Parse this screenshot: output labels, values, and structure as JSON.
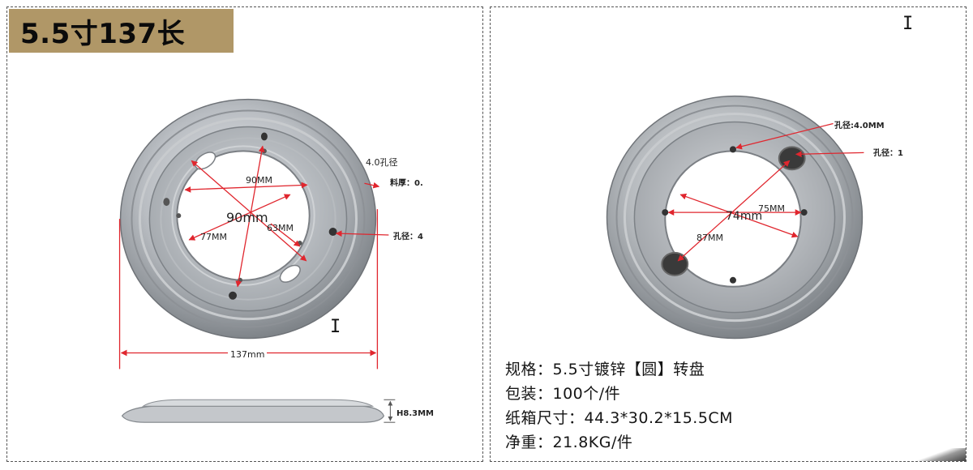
{
  "left_panel": {
    "title": "5.5寸137长",
    "labels": {
      "hole_count": "4.0孔径",
      "thickness": "料厚：0.",
      "hole_dia": "孔径：4",
      "dim_90mm_small": "90MM",
      "dim_90mm_big": "90mm",
      "dim_77mm": "77MM",
      "dim_63mm": "63MM",
      "width_137mm": "137mm",
      "height": "H8.3MM"
    },
    "cursor": "I"
  },
  "right_panel": {
    "labels": {
      "hole_dia_top": "孔径:4.0MM",
      "hole_dia_right": "孔径：1",
      "dim_75mm": "75MM",
      "dim_74mm": "74mm",
      "dim_87mm": "87MM"
    },
    "cursor": "I",
    "spec": {
      "spec_line": "规格：5.5寸镀锌【圆】转盘",
      "pack_line": "包装：100个/件",
      "box_line": "纸箱尺寸：44.3*30.2*15.5CM",
      "weight_line": "净重：21.8KG/件"
    }
  },
  "colors": {
    "title_bg": "#b09767",
    "arrow_red": "#e0262e",
    "metal": "#a9adb2"
  }
}
